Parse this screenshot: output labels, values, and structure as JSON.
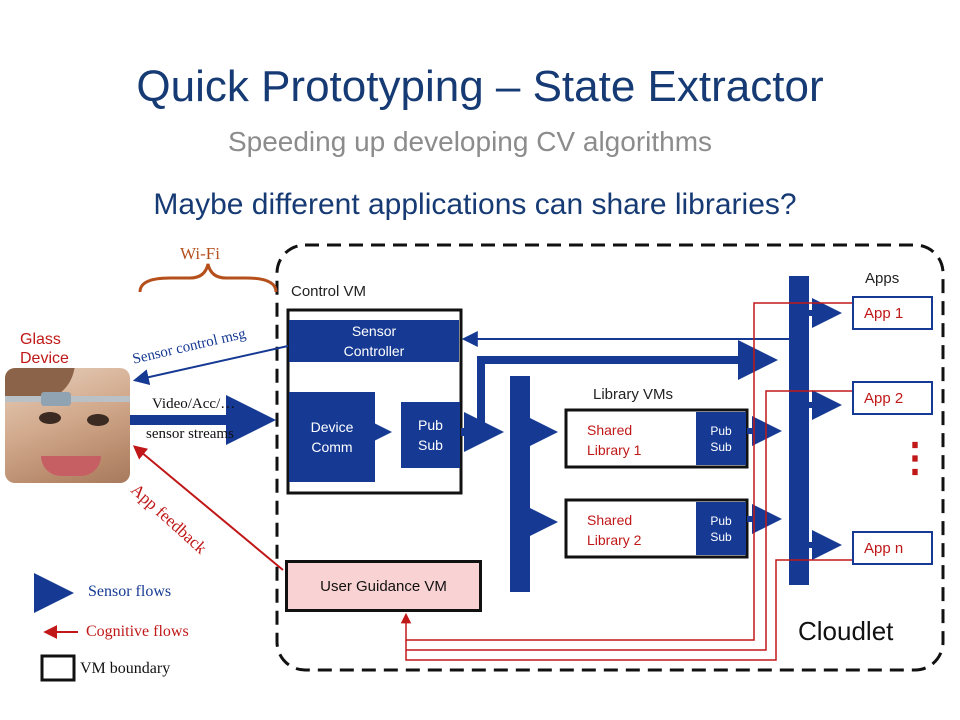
{
  "slide": {
    "title": "Quick Prototyping – State Extractor",
    "subtitle": "Speeding up developing CV algorithms",
    "question": "Maybe different applications can share libraries?"
  },
  "labels": {
    "wifi": "Wi-Fi",
    "glass_device": [
      "Glass",
      "Device"
    ],
    "control_vm": "Control VM",
    "library_vms": "Library VMs",
    "apps": "Apps",
    "cloudlet": "Cloudlet",
    "sensor_control_msg": "Sensor control msg",
    "video_acc": "Video/Acc/…",
    "sensor_streams": "sensor streams",
    "app_feedback": "App feedback"
  },
  "boxes": {
    "sensor_controller": [
      "Sensor",
      "Controller"
    ],
    "device_comm": [
      "Device",
      "Comm"
    ],
    "pub_sub": [
      "Pub",
      "Sub"
    ],
    "shared_library_1": [
      "Shared",
      "Library 1"
    ],
    "shared_library_2": [
      "Shared",
      "Library 2"
    ],
    "library_pub_sub": [
      "Pub",
      "Sub"
    ],
    "user_guidance_vm": "User Guidance VM",
    "apps": [
      "App 1",
      "App 2",
      "App n"
    ],
    "ellipsis": "⋮"
  },
  "legend": {
    "sensor_flows": "Sensor flows",
    "cognitive_flows": "Cognitive flows",
    "vm_boundary": "VM boundary"
  },
  "colors": {
    "title": "#163a74",
    "blue": "#163a93",
    "red": "#c01818",
    "brown": "#b5501c",
    "guidance_fill": "#f9d3d3"
  }
}
